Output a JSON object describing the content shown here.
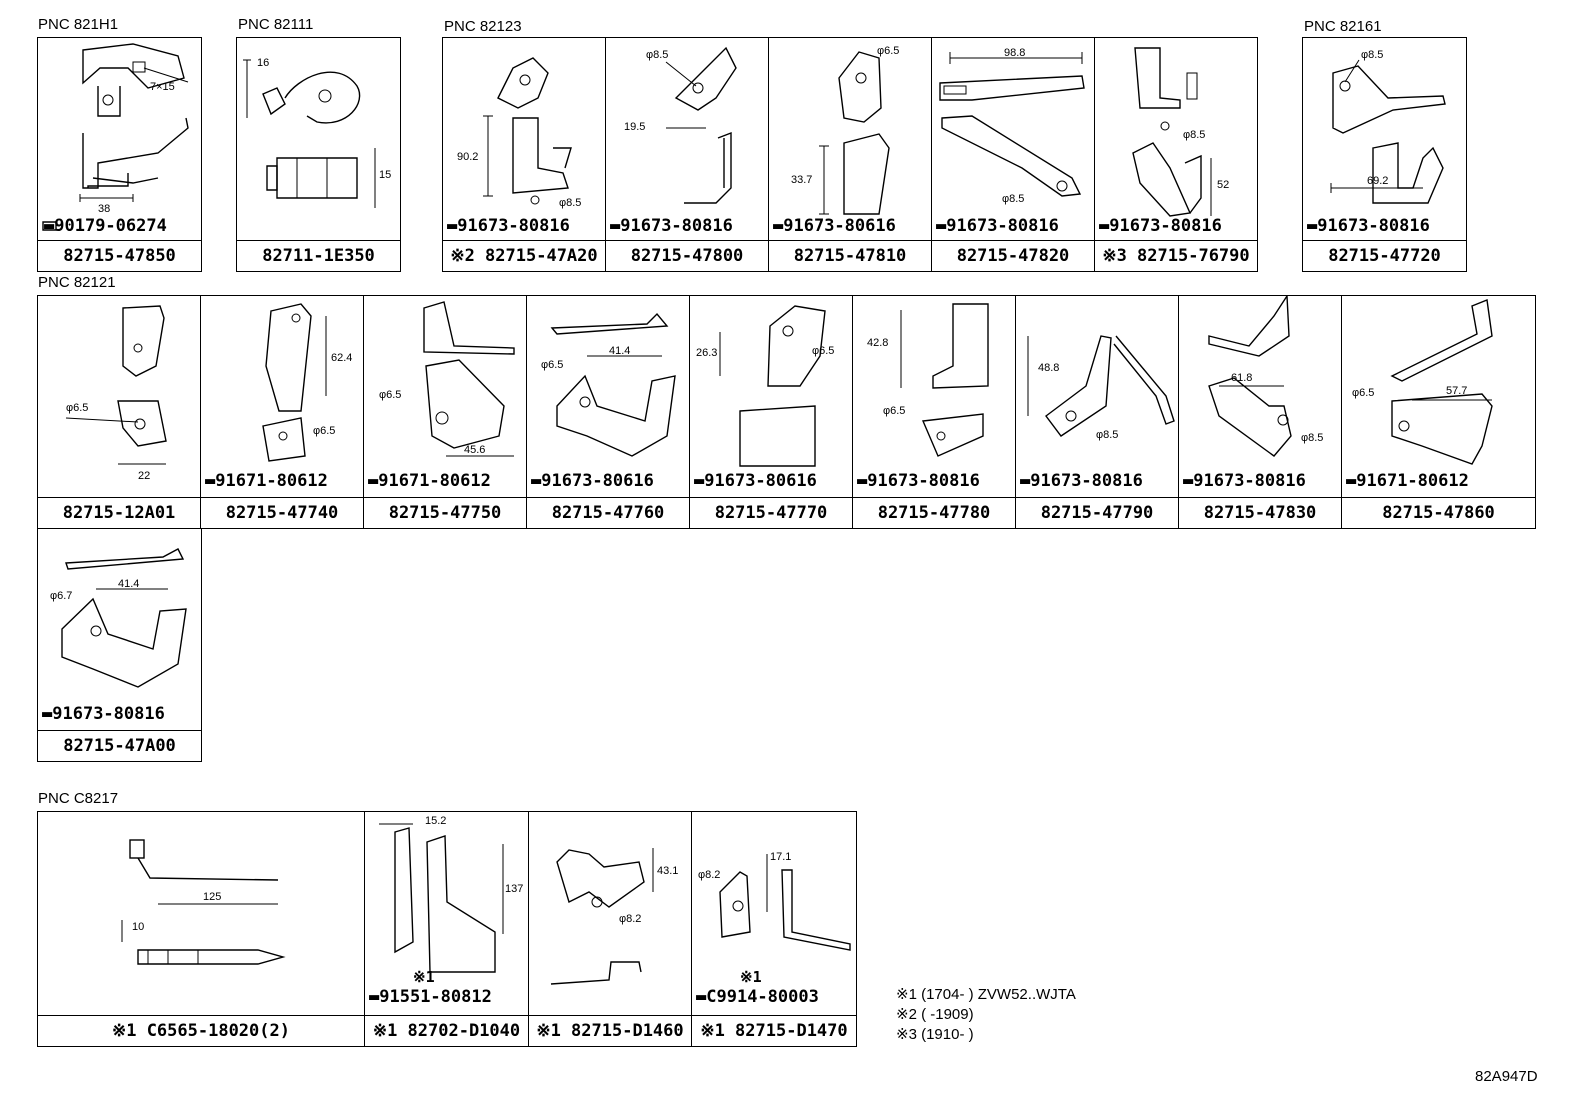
{
  "sections": {
    "pnc_821h1": "PNC 821H1",
    "pnc_82111": "PNC 82111",
    "pnc_82123": "PNC 82123",
    "pnc_82161": "PNC 82161",
    "pnc_82121": "PNC 82121",
    "pnc_c8217": "PNC C8217"
  },
  "parts": {
    "p1": {
      "caption": "82715-47850",
      "bolt": "90179-06274",
      "dims": [
        "7×15",
        "38"
      ]
    },
    "p2": {
      "caption": "82711-1E350",
      "dims": [
        "16",
        "15"
      ]
    },
    "p3": {
      "caption": "※2 82715-47A20",
      "bolt": "91673-80816",
      "dims": [
        "90.2",
        "φ8.5"
      ]
    },
    "p4": {
      "caption": "82715-47800",
      "bolt": "91673-80816",
      "dims": [
        "φ8.5",
        "19.5"
      ]
    },
    "p5": {
      "caption": "82715-47810",
      "bolt": "91673-80616",
      "dims": [
        "φ6.5",
        "33.7"
      ]
    },
    "p6": {
      "caption": "82715-47820",
      "bolt": "91673-80816",
      "dims": [
        "98.8",
        "φ8.5"
      ]
    },
    "p7": {
      "caption": "※3 82715-76790",
      "bolt": "91673-80816",
      "dims": [
        "φ8.5",
        "52"
      ]
    },
    "p8": {
      "caption": "82715-47720",
      "bolt": "91673-80816",
      "dims": [
        "φ8.5",
        "69.2"
      ]
    },
    "q1": {
      "caption": "82715-12A01",
      "dims": [
        "φ6.5",
        "22"
      ]
    },
    "q2": {
      "caption": "82715-47740",
      "bolt": "91671-80612",
      "dims": [
        "62.4",
        "φ6.5"
      ]
    },
    "q3": {
      "caption": "82715-47750",
      "bolt": "91671-80612",
      "dims": [
        "φ6.5",
        "45.6"
      ]
    },
    "q4": {
      "caption": "82715-47760",
      "bolt": "91673-80616",
      "dims": [
        "φ6.5",
        "41.4"
      ]
    },
    "q5": {
      "caption": "82715-47770",
      "bolt": "91673-80616",
      "dims": [
        "26.3",
        "φ6.5"
      ]
    },
    "q6": {
      "caption": "82715-47780",
      "bolt": "91673-80816",
      "dims": [
        "42.8",
        "φ6.5"
      ]
    },
    "q7": {
      "caption": "82715-47790",
      "bolt": "91673-80816",
      "dims": [
        "48.8",
        "φ8.5"
      ]
    },
    "q8": {
      "caption": "82715-47830",
      "bolt": "91673-80816",
      "dims": [
        "61.8",
        "φ8.5"
      ]
    },
    "q9": {
      "caption": "82715-47860",
      "bolt": "91671-80612",
      "dims": [
        "φ6.5",
        "57.7"
      ]
    },
    "r1": {
      "caption": "82715-47A00",
      "bolt": "91673-80816",
      "dims": [
        "φ6.7",
        "41.4"
      ]
    },
    "s1": {
      "caption": "※1 C6565-18020(2)",
      "dims": [
        "125",
        "10"
      ]
    },
    "s2": {
      "caption": "※1 82702-D1040",
      "bolt_mark": "※1",
      "bolt": "91551-80812",
      "dims": [
        "15.2",
        "137"
      ]
    },
    "s3": {
      "caption": "※1 82715-D1460",
      "dims": [
        "43.1",
        "φ8.2"
      ]
    },
    "s4": {
      "caption": "※1 82715-D1470",
      "bolt_mark": "※1",
      "bolt": "C9914-80003",
      "dims": [
        "φ8.2",
        "17.1"
      ]
    }
  },
  "notes": [
    "※1 (1704-        ) ZVW52..WJTA",
    "※2 (        -1909)",
    "※3 (1910-        )"
  ],
  "figure_code": "82A947D"
}
